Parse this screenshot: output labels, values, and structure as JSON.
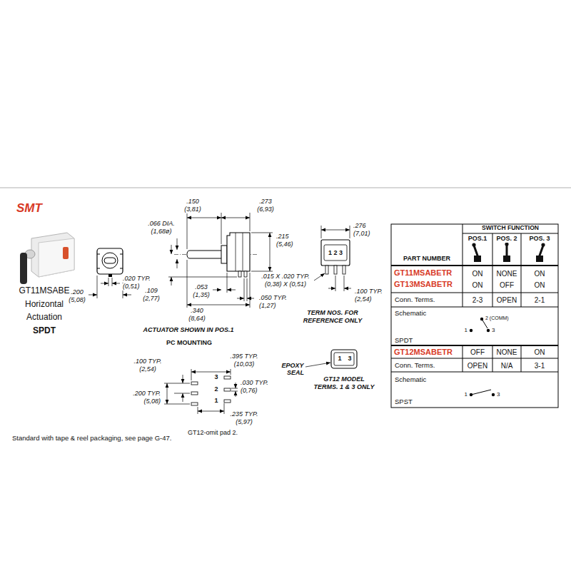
{
  "diagram": {
    "labels": [
      "SMT",
      "GT11MSABE",
      "Horizontal",
      "Actuation",
      "SPDT",
      ".020 TYP.",
      "(0,51)",
      ".200",
      "(5,08)",
      ".150",
      "(3,81)",
      ".273",
      "(6,93)",
      ".066 DIA.",
      "(1,68ø)",
      ".215",
      "(5,46)",
      ".109",
      "(2,77)",
      ".053",
      "(1,35)",
      ".050 TYP.",
      "(1,27)",
      ".340",
      "(8,64)",
      "ACTUATOR SHOWN IN POS.1",
      "PC MOUNTING",
      ".276",
      "(7,01)",
      "1 2 3",
      ".015 X .020 TYP.",
      "(0,38) X (0,51)",
      ".100 TYP.",
      "(2,54)",
      "TERM NOS. FOR",
      "REFERENCE ONLY",
      ".100 TYP.",
      "(2,54)",
      ".395 TYP.",
      "(10,03)",
      "3",
      ".030 TYP.",
      "(0,76)",
      "2",
      ".200 TYP.",
      "(5,08)",
      "1",
      ".235 TYP.",
      "(5,97)",
      "GT12-omit pad 2.",
      "Standard with tape & reel packaging, see page G-47.",
      "EPOXY",
      "SEAL",
      "1",
      "3",
      "GT12 MODEL",
      "TERMS. 1 & 3 ONLY",
      "SWITCH FUNCTION",
      "POS.1",
      "POS. 2",
      "POS. 3",
      "PART NUMBER",
      "GT11MSABETR",
      "ON",
      "NONE",
      "ON",
      "GT13MSABETR",
      "ON",
      "OFF",
      "ON",
      "Conn. Terms.",
      "2-3",
      "OPEN",
      "2-1",
      "Schematic",
      "2 (COMM)",
      "1",
      "3",
      "SPDT",
      "GT12MSABETR",
      "OFF",
      "NONE",
      "ON",
      "Conn. Terms.",
      "OPEN",
      "N/A",
      "3-1",
      "Schematic",
      "1",
      "3",
      "SPST"
    ]
  }
}
